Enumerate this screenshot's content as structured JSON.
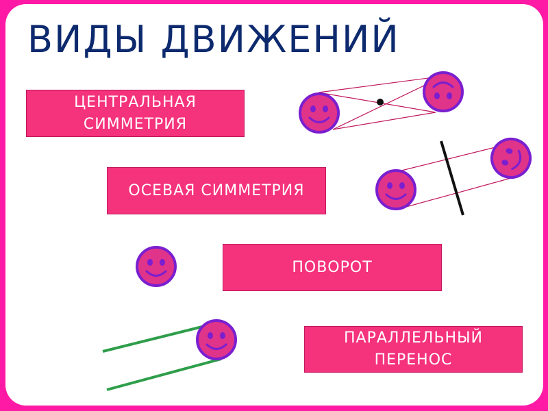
{
  "title": "ВИДЫ ДВИЖЕНИЙ",
  "labels": {
    "central_symmetry": [
      "ЦЕНТРАЛЬНАЯ",
      "СИММЕТРИЯ"
    ],
    "axial_symmetry": [
      "ОСЕВАЯ СИММЕТРИЯ"
    ],
    "rotation": [
      "ПОВОРОТ"
    ],
    "translation": [
      "ПАРАЛЛЕЛЬНЫЙ",
      "ПЕРЕНОС"
    ]
  },
  "icons": [
    "smiley-face-icon",
    "smiley-face-inverted-icon",
    "symmetry-center-point",
    "symmetry-axis-line",
    "translation-path-line"
  ],
  "colors": {
    "background_frame": "#ff1aa6",
    "title": "#0d2a6e",
    "label_fill": "#f5327c",
    "label_text": "#ffffff",
    "smiley_fill": "#e0338a",
    "smiley_outline": "#7a1fd0",
    "symmetry_lines": "#c0185e",
    "translation_lines": "#2e9e4a",
    "axis_line": "#111111"
  }
}
